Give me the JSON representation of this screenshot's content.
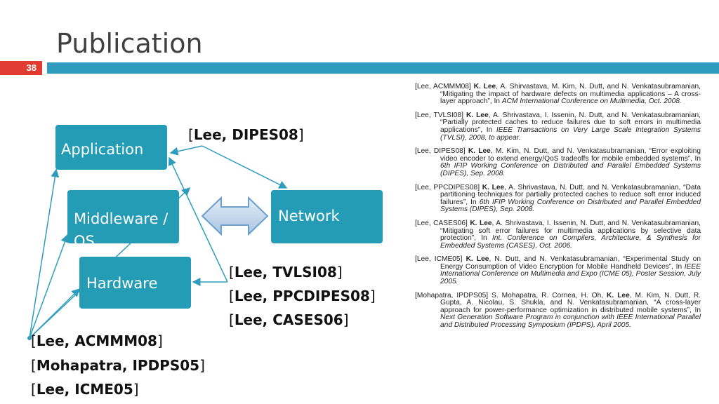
{
  "slide": {
    "title": "Publication",
    "number": "38"
  },
  "boxes": {
    "application": "Application",
    "middleware": "Middleware / OS",
    "network": "Network",
    "hardware": "Hardware"
  },
  "refs": {
    "dipes": "Lee, DIPES08",
    "tvlsi": "Lee, TVLSI08",
    "ppcdipes": "Lee, PPCDIPES08",
    "cases": "Lee, CASES06",
    "acmmm": "Lee, ACMMM08",
    "ipdps": "Mohapatra, IPDPS05",
    "icme": "Lee, ICME05"
  },
  "publications": [
    {
      "tag": "[Lee, ACMMM08]",
      "author": "K. Lee",
      "rest": ", A. Shirvastava, M. Kim, N. Dutt, and N. Venkatasubramanian, “Mitigating the impact of hardware defects on multimedia applications – A cross-layer approach”, In ",
      "venue": "ACM International Conference on Multimedia, Oct. 2008."
    },
    {
      "tag": "[Lee, TVLSI08]",
      "author": "K. Lee",
      "rest": ", A. Shrivastava, I. Issenin, N. Dutt, and N. Venkatasubramanian, “Partially protected caches to reduce failures due to soft errors in multimedia applications”, In ",
      "venue": "IEEE Transactions on Very Large Scale Integration Systems (TVLSI), 2008, to appear."
    },
    {
      "tag": "[Lee, DIPES08]",
      "author": "K. Lee",
      "rest": ", M. Kim, N. Dutt, and N. Venkatasubramanian, “Error exploiting video encoder to extend energy/QoS tradeoffs for mobile embedded systems”, In ",
      "venue": "6th IFIP Working Conference on Distributed and Parallel Embedded Systems (DIPES), Sep. 2008."
    },
    {
      "tag": "[Lee, PPCDIPES08]",
      "author": "K. Lee",
      "rest": ", A. Shrivastava, N. Dutt, and N. Venkatasubramanian, “Data partitioning techniques for partially protected caches to reduce soft error induced failures”, In ",
      "venue": "6th IFIP Working Conference on Distributed and Parallel Embedded Systems (DIPES), Sep. 2008."
    },
    {
      "tag": "[Lee, CASES06]",
      "author": "K. Lee",
      "rest": ", A. Shrivastava, I. Issenin, N. Dutt, and N. Venkatasubramanian, “Mitigating soft error failures for multimedia applications by selective data protection”, In ",
      "venue": "Int. Conference on Compilers, Architecture, & Synthesis for Embedded Systems (CASES), Oct. 2006."
    },
    {
      "tag": "[Lee, ICME05]",
      "author": "K. Lee",
      "rest": ", N. Dutt, and N. Venkatasubramanian, “Experimental Study on Energy Consumption of Video Encryption for Mobile Handheld Devices”, In ",
      "venue": "IEEE International Conference on Multimedia and Expo (ICME 05), Poster Session, July 2005."
    },
    {
      "tag": "[Mohapatra, IPDPS05]",
      "author": "K. Lee",
      "pre": " S. Mohapatra, R. Cornea, H. Oh, ",
      "rest": ", M. Kim, N. Dutt, R. Gupta, A. Nicolau, S. Shukla, and N. Venkatasubramanian, “A cross-layer approach for power-performance optimization in distributed mobile systems”, In ",
      "venue": "Next Generation Software Program in conjunction with IEEE International Parallel and Distributed Processing Symposium (IPDPS), April 2005."
    }
  ],
  "colors": {
    "accent_blue": "#2e9dbd",
    "box_blue": "#249cb6",
    "accent_red": "#e03c31"
  }
}
